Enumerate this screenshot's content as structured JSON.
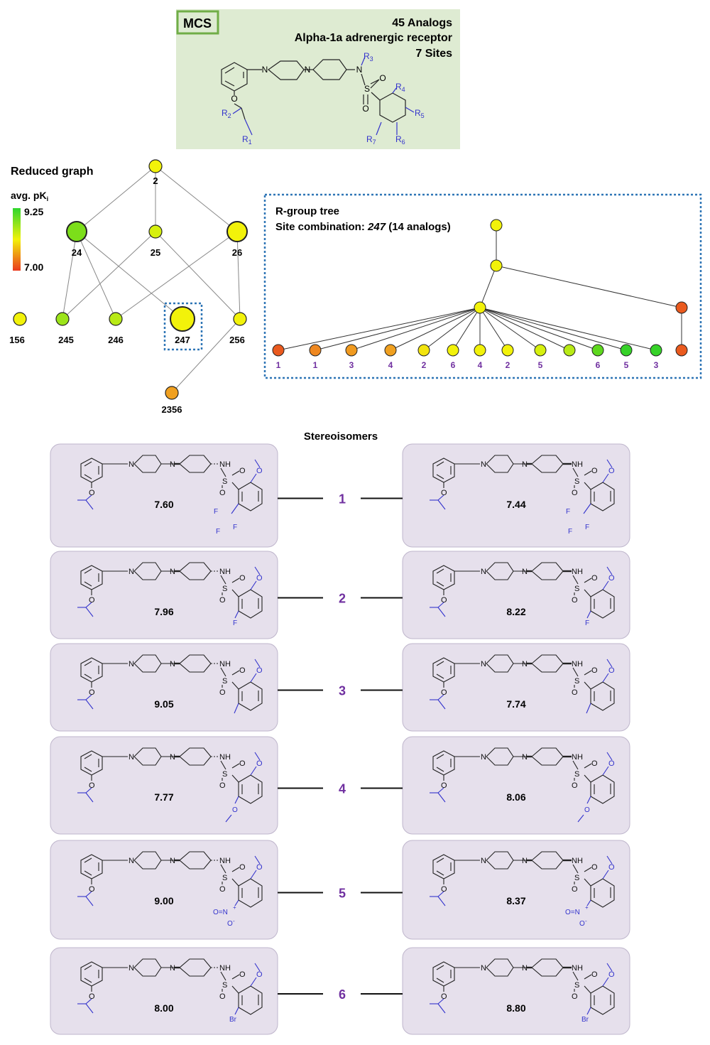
{
  "mcs": {
    "tag": "MCS",
    "count_line": "45 Analogs",
    "target_line": "Alpha-1a adrenergic receptor",
    "sites_line": "7 Sites",
    "labels": {
      "r1": "R",
      "r1s": "1",
      "r2": "R",
      "r2s": "2",
      "r3": "R",
      "r3s": "3",
      "r4": "R",
      "r4s": "4",
      "r5": "R",
      "r5s": "5",
      "r6": "R",
      "r6s": "6",
      "r7": "R",
      "r7s": "7",
      "n1": "N",
      "n2": "N",
      "n3": "N",
      "o1": "O",
      "s": "S",
      "so1": "O",
      "so2": "O"
    }
  },
  "reduced_graph": {
    "title": "Reduced graph",
    "legend": {
      "label": "avg. pK",
      "label_sub": "i",
      "max": "9.25",
      "min": "7.00"
    },
    "nodes": [
      {
        "id": "2",
        "label": "2",
        "color": "#f2f20a"
      },
      {
        "id": "24",
        "label": "24",
        "color": "#7cde1a"
      },
      {
        "id": "25",
        "label": "25",
        "color": "#d6f00e"
      },
      {
        "id": "26",
        "label": "26",
        "color": "#f2f20a"
      },
      {
        "id": "156",
        "label": "156",
        "color": "#f2f20a"
      },
      {
        "id": "245",
        "label": "245",
        "color": "#9ce41a"
      },
      {
        "id": "246",
        "label": "246",
        "color": "#b8ea16"
      },
      {
        "id": "247",
        "label": "247",
        "color": "#f2f20a"
      },
      {
        "id": "256",
        "label": "256",
        "color": "#f2f20a"
      },
      {
        "id": "2356",
        "label": "2356",
        "color": "#f0a020"
      }
    ]
  },
  "rgroup_tree": {
    "title": "R-group tree",
    "subtitle_prefix": "Site combination: ",
    "subtitle_value": "247",
    "subtitle_suffix": " (14 analogs)",
    "leaves": [
      {
        "label": "1",
        "color": "#ea5a1e"
      },
      {
        "label": "1",
        "color": "#ef8820"
      },
      {
        "label": "3",
        "color": "#f09a20"
      },
      {
        "label": "4",
        "color": "#f0a020"
      },
      {
        "label": "2",
        "color": "#f2e40e"
      },
      {
        "label": "6",
        "color": "#f2f20a"
      },
      {
        "label": "4",
        "color": "#f2f20a"
      },
      {
        "label": "2",
        "color": "#f2f20a"
      },
      {
        "label": "5",
        "color": "#d6f00e"
      },
      {
        "label": "",
        "color": "#b8ea16"
      },
      {
        "label": "6",
        "color": "#5ed81e"
      },
      {
        "label": "5",
        "color": "#36d228"
      },
      {
        "label": "3",
        "color": "#36d228"
      }
    ],
    "right_colors": [
      "#ea5a1e",
      "#ea5a1e"
    ]
  },
  "stereo": {
    "title": "Stereoisomers",
    "atoms": {
      "n": "N",
      "nh": "NH",
      "o": "O",
      "s": "S"
    },
    "pairs": [
      {
        "id": "1",
        "left": "7.60",
        "right": "7.44",
        "sub": "cf3"
      },
      {
        "id": "2",
        "left": "7.96",
        "right": "8.22",
        "sub": "f"
      },
      {
        "id": "3",
        "left": "9.05",
        "right": "7.74",
        "sub": "me"
      },
      {
        "id": "4",
        "left": "7.77",
        "right": "8.06",
        "sub": "ome"
      },
      {
        "id": "5",
        "left": "9.00",
        "right": "8.37",
        "sub": "no2"
      },
      {
        "id": "6",
        "left": "8.00",
        "right": "8.80",
        "sub": "br"
      }
    ],
    "sub_text": {
      "cf3": {
        "F": "F"
      },
      "f": {
        "F": "F"
      },
      "no2": {
        "O": "O",
        "N": "N",
        "plus": "+",
        "minus": "-"
      },
      "br": {
        "Br": "Br"
      }
    }
  },
  "colors": {
    "mcs_bg": "#deebd2",
    "mcs_border": "#70ad47",
    "dotted": "#2e75b6",
    "card": "#e6e0ec",
    "rgroup": "#3333cc",
    "pair_label": "#7030a0"
  }
}
